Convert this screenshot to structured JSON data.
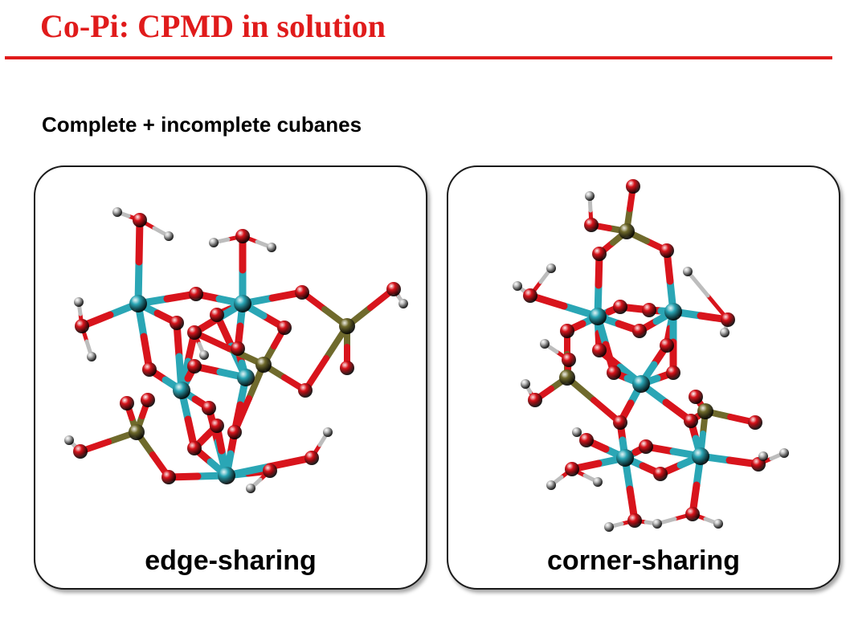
{
  "slide": {
    "title": "Co-Pi: CPMD in solution",
    "subtitle": "Complete + incomplete cubanes"
  },
  "panels": [
    {
      "caption": "edge-sharing"
    },
    {
      "caption": "corner-sharing"
    }
  ],
  "colors": {
    "title": "#e01b1b",
    "rule": "#e01b1b",
    "cobalt": "#2aa6b5",
    "oxygen": "#d8141c",
    "phosphorus": "#6f6a2c",
    "hydrogen": "#bdbdbd"
  }
}
